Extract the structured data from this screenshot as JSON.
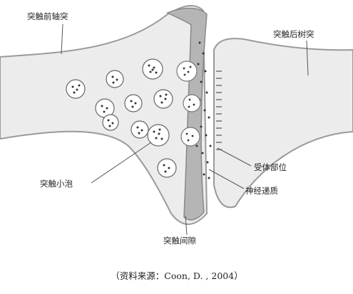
{
  "labels": {
    "presynaptic_axon": "突触前轴突",
    "postsynaptic_dendrite": "突触后树突",
    "synaptic_vesicle": "突触小泡",
    "receptor_site": "受体部位",
    "neurotransmitter": "神经递质",
    "synaptic_cleft": "突触间隙"
  },
  "caption": "（资料来源：Coon, D. , 2004）",
  "colors": {
    "membrane": "#9a9a9a",
    "cytoplasm": "#ececec",
    "background": "#ffffff",
    "dots": "#333333",
    "lines": "#555555"
  }
}
